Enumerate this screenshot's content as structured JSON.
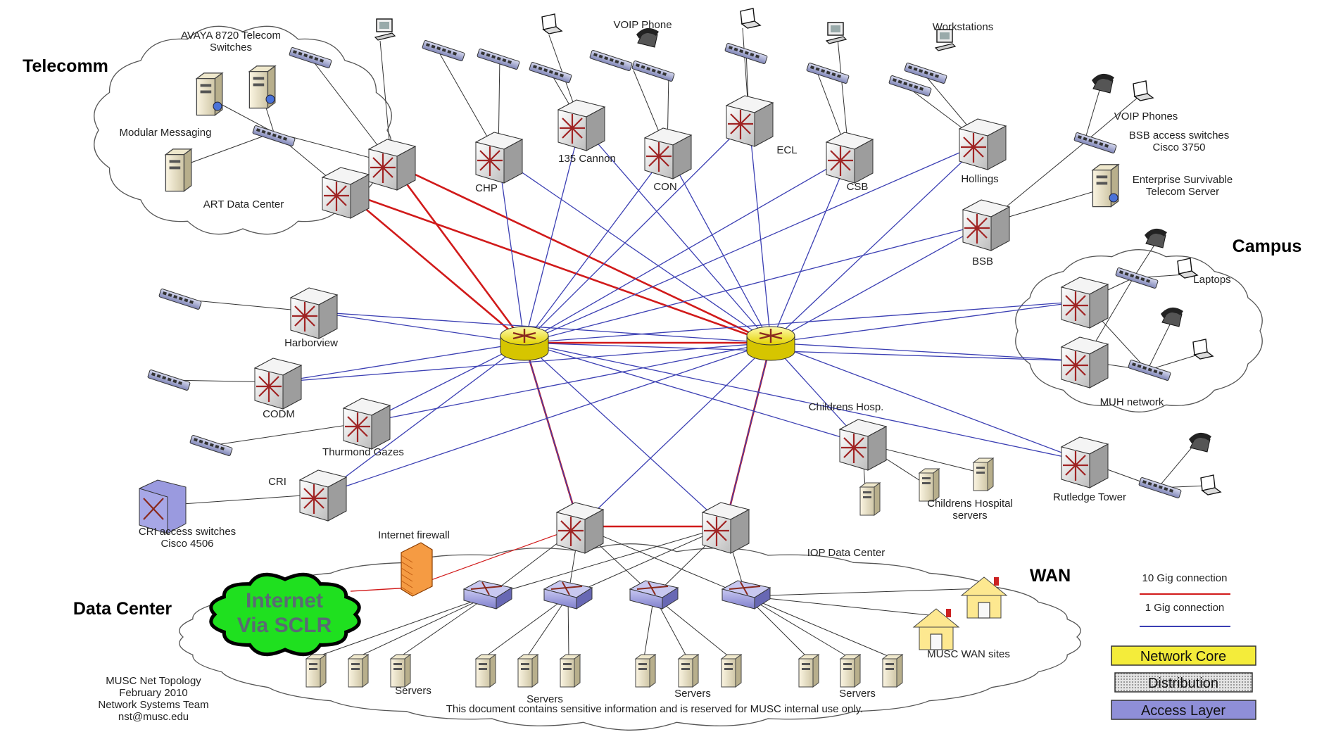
{
  "colors": {
    "ten_gig": "#d11a1a",
    "one_gig": "#3b3fb3",
    "core": "#f4ec3a",
    "distribution": "#d8d8d8",
    "access": "#8f8fd8",
    "internet": "#1fe01f"
  },
  "regions": {
    "telecomm": "Telecomm",
    "campus": "Campus",
    "wan": "WAN",
    "data_center": "Data Center"
  },
  "labels": {
    "avaya": [
      "AVAYA 8720 Telecom",
      "Switches"
    ],
    "modular_messaging": "Modular Messaging",
    "art_data_center": "ART Data Center",
    "voip_phone": "VOIP Phone",
    "workstations": "Workstations",
    "chp": "CHP",
    "cannon": "135 Cannon",
    "con": "CON",
    "ecl": "ECL",
    "csb": "CSB",
    "hollings": "Hollings",
    "bsb": "BSB",
    "voip_phones": "VOIP Phones",
    "bsb_access": [
      "BSB access switches",
      "Cisco 3750"
    ],
    "enterprise": [
      "Enterprise Survivable",
      "Telecom Server"
    ],
    "laptops": "Laptops",
    "muh_network": "MUH network",
    "harborview": "Harborview",
    "codm": "CODM",
    "thurmond": "Thurmond Gazes",
    "cri": "CRI",
    "cri_access": [
      "CRI access switches",
      "Cisco  4506"
    ],
    "childrens_hosp": "Childrens Hosp.",
    "childrens_servers": [
      "Childrens Hospital",
      "servers"
    ],
    "rutledge": "Rutledge Tower",
    "internet_firewall": "Internet firewall",
    "iop": "IOP Data Center",
    "internet": [
      "Internet",
      "Via SCLR"
    ],
    "servers": "Servers",
    "musc_wan_sites": "MUSC WAN sites",
    "footer_left": [
      "MUSC Net Topology",
      "February 2010",
      "Network Systems Team",
      "nst@musc.edu"
    ],
    "disclaimer": "This document contains sensitive information and is reserved for MUSC internal use only."
  },
  "legend": {
    "ten_gig": "10 Gig connection",
    "one_gig": "1 Gig connection",
    "core": "Network Core",
    "distribution": "Distribution",
    "access": "Access Layer"
  }
}
